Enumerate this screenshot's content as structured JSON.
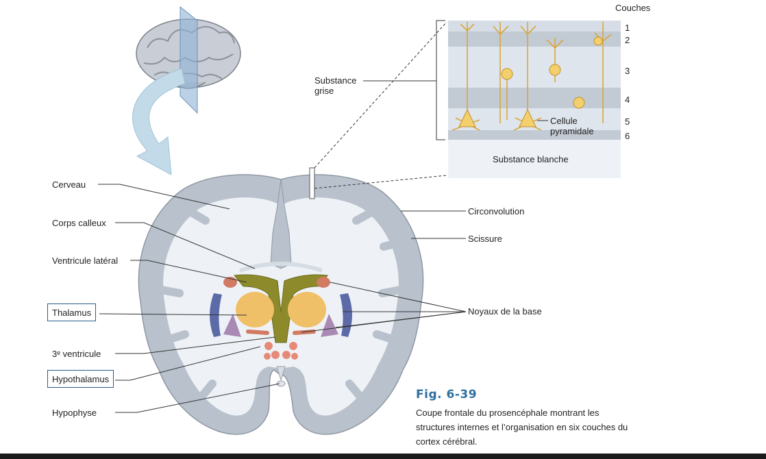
{
  "labels": {
    "couches": "Couches",
    "layer_numbers": [
      "1",
      "2",
      "3",
      "4",
      "5",
      "6"
    ],
    "substance_grise_line1": "Substance",
    "substance_grise_line2": "grise",
    "substance_blanche": "Substance blanche",
    "cellule_line1": "Cellule",
    "cellule_line2": "pyramidale",
    "circonvolution": "Circonvolution",
    "scissure": "Scissure",
    "noyaux": "Noyaux de la base",
    "cerveau": "Cerveau",
    "corps_calleux": "Corps calleux",
    "ventricule_lateral": "Ventricule latéral",
    "thalamus": "Thalamus",
    "troisieme_ventricule": "3ᵉ ventricule",
    "hypothalamus": "Hypothalamus",
    "hypophyse": "Hypophyse"
  },
  "caption": {
    "title": "Fig. 6-39",
    "lines": [
      "Coupe frontale du prosencéphale montrant les",
      "structures internes et l’organisation en six couches du",
      "cortex cérébral."
    ]
  },
  "colors": {
    "cortex_gray": "#b9c1cc",
    "white_matter": "#eef2f6",
    "ventricle": "#8c8a2a",
    "thalamus": "#f0c068",
    "basal_blue": "#5c6aa8",
    "basal_purple": "#a88ab4",
    "basal_red": "#d27a62",
    "accent_blue": "#2f6f9f"
  }
}
